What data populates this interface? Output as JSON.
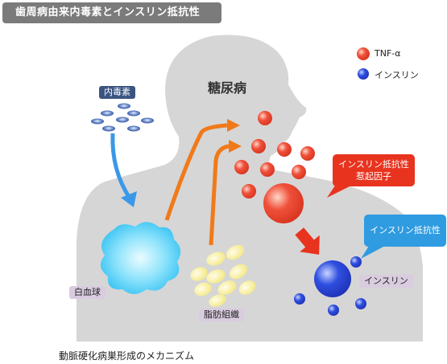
{
  "title": "歯周病由来内毒素とインスリン抵抗性",
  "labels": {
    "endotoxin": "内毒素",
    "disease": "糖尿病",
    "white_blood_cell": "白血球",
    "adipose": "脂肪組織",
    "insulin": "インスリン"
  },
  "legend": {
    "tnf": "TNF-α",
    "insulin": "インスリン"
  },
  "callouts": {
    "resistance_factor_line1": "インスリン抵抗性",
    "resistance_factor_line2": "惹起因子",
    "resistance": "インスリン抵抗性"
  },
  "caption": "動脈硬化病巣形成のメカニズム",
  "colors": {
    "silhouette": "#d6d6d6",
    "title_bg": "#7b7b7b",
    "tnf_red": "#f0503a",
    "insulin_blue": "#2f4fe0",
    "arrow_orange": "#f07a1a",
    "arrow_blue": "#3b98e8",
    "callout_red": "#e8331e",
    "callout_blue": "#2f9be0",
    "wbc_cyan": "#3cc8f5",
    "fat_yellow": "#f5ee8c"
  }
}
